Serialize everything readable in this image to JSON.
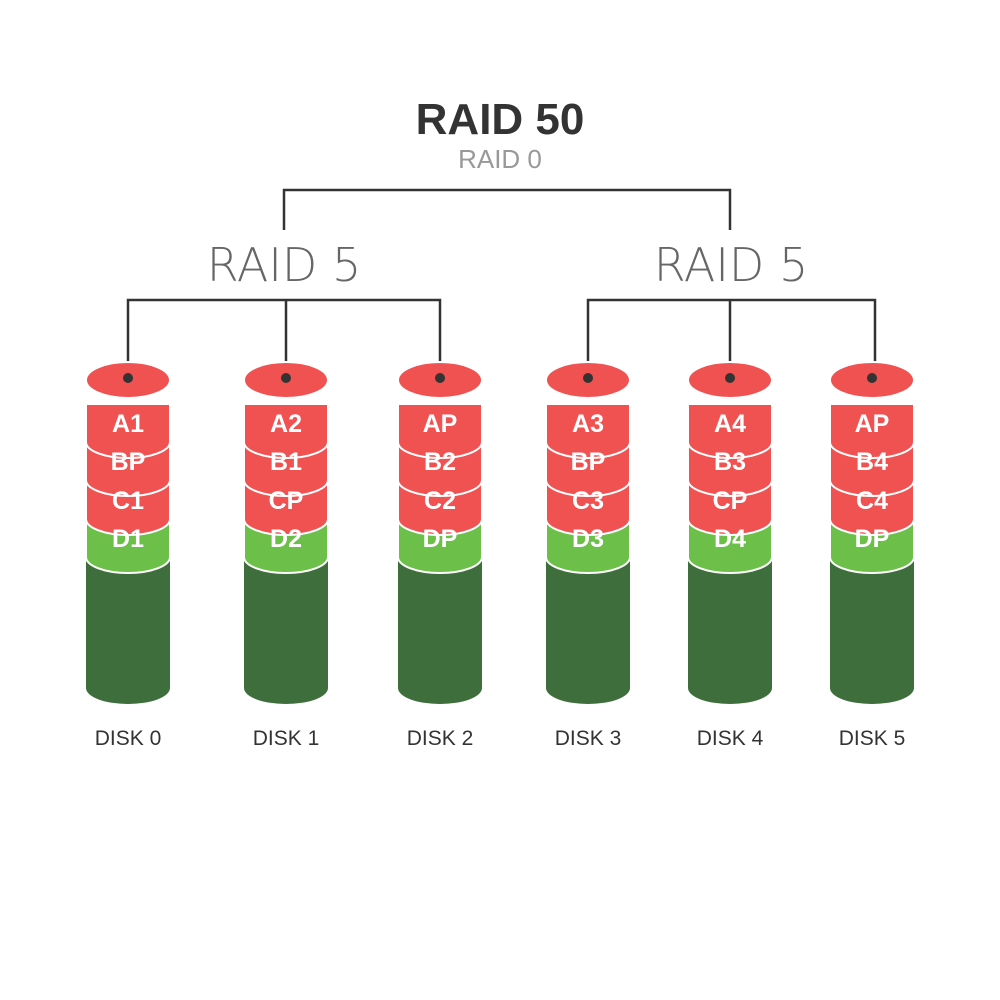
{
  "title": "RAID 50",
  "subtitle": "RAID 0",
  "groups": [
    {
      "label": "RAID 5",
      "disk_indexes": [
        0,
        1,
        2
      ]
    },
    {
      "label": "RAID 5",
      "disk_indexes": [
        3,
        4,
        5
      ]
    }
  ],
  "disks": [
    {
      "label": "DISK 0",
      "blocks": [
        "A1",
        "BP",
        "C1",
        "D1"
      ]
    },
    {
      "label": "DISK 1",
      "blocks": [
        "A2",
        "B1",
        "CP",
        "D2"
      ]
    },
    {
      "label": "DISK 2",
      "blocks": [
        "AP",
        "B2",
        "C2",
        "DP"
      ]
    },
    {
      "label": "DISK 3",
      "blocks": [
        "A3",
        "BP",
        "C3",
        "D3"
      ]
    },
    {
      "label": "DISK 4",
      "blocks": [
        "A4",
        "B3",
        "CP",
        "D4"
      ]
    },
    {
      "label": "DISK 5",
      "blocks": [
        "AP",
        "B4",
        "C4",
        "DP"
      ]
    }
  ],
  "colors": {
    "red": "#f05252",
    "green": "#6cc04a",
    "dark_green": "#3e6e3c",
    "stroke": "#ffffff",
    "line": "#333333",
    "title": "#333333",
    "subtitle": "#999999",
    "group_label": "#666666",
    "disk_label": "#333333"
  }
}
